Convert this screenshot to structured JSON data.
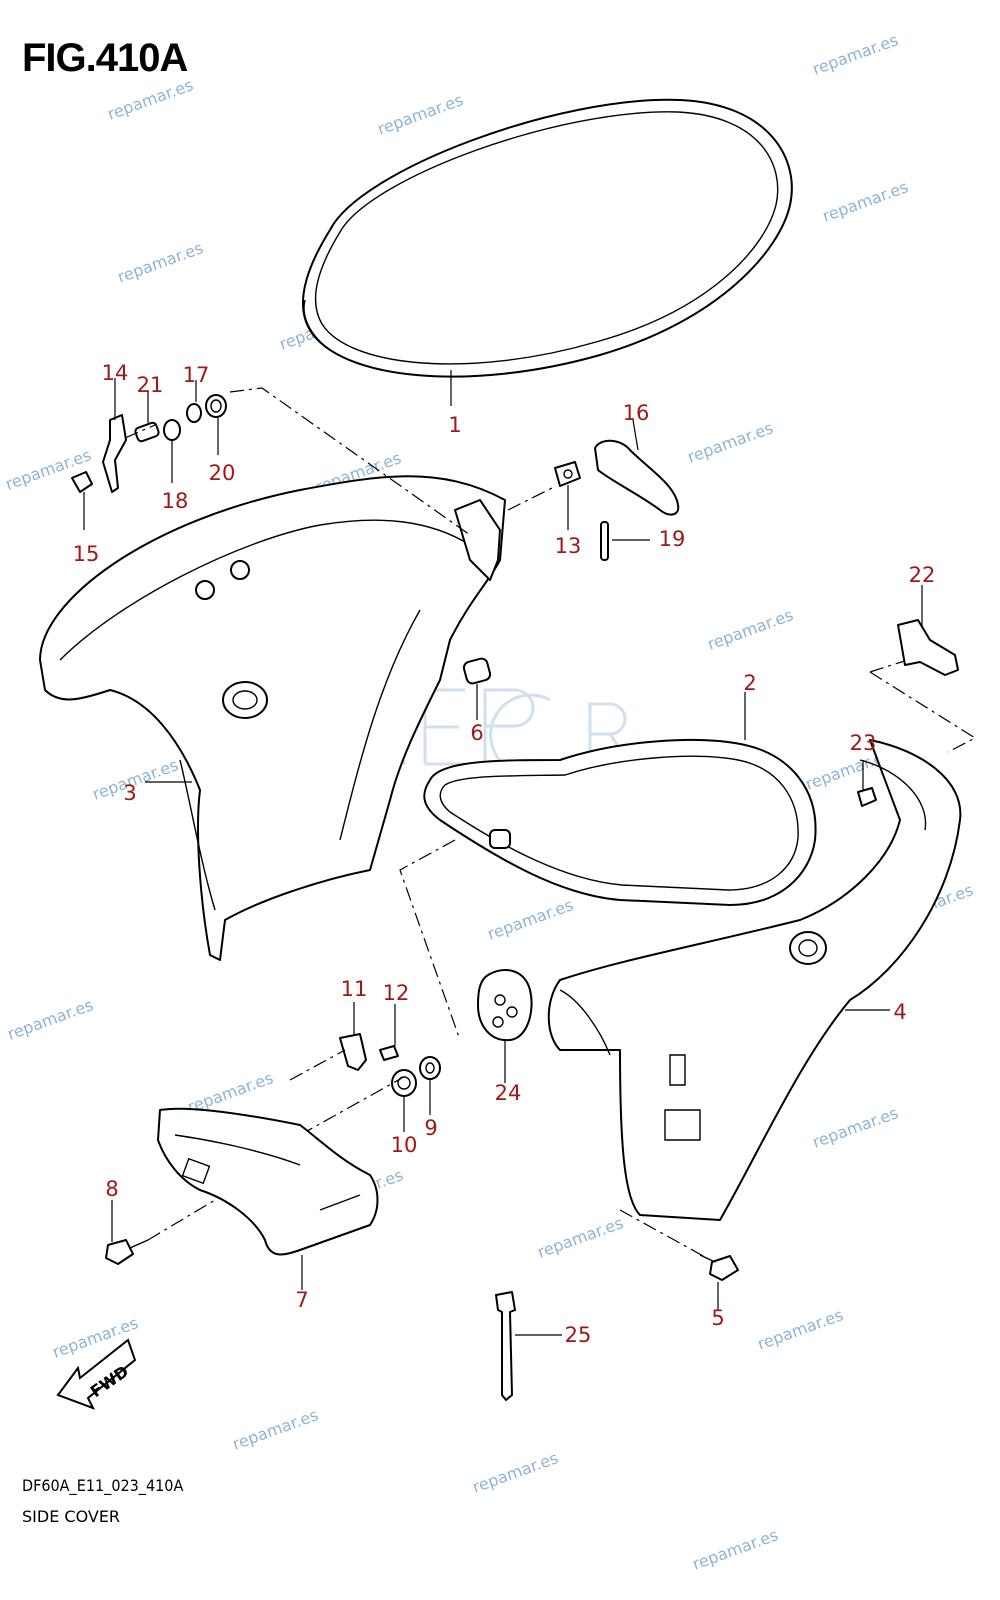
{
  "figure": {
    "title": "FIG.410A",
    "code": "DF60A_E11_023_410A",
    "caption": "SIDE COVER",
    "direction_label": "FWD"
  },
  "callouts": [
    {
      "id": "c1",
      "label": "1"
    },
    {
      "id": "c2",
      "label": "2"
    },
    {
      "id": "c3",
      "label": "3"
    },
    {
      "id": "c4",
      "label": "4"
    },
    {
      "id": "c5",
      "label": "5"
    },
    {
      "id": "c6",
      "label": "6"
    },
    {
      "id": "c7",
      "label": "7"
    },
    {
      "id": "c8",
      "label": "8"
    },
    {
      "id": "c9",
      "label": "9"
    },
    {
      "id": "c10",
      "label": "10"
    },
    {
      "id": "c11",
      "label": "11"
    },
    {
      "id": "c12",
      "label": "12"
    },
    {
      "id": "c13",
      "label": "13"
    },
    {
      "id": "c14",
      "label": "14"
    },
    {
      "id": "c15",
      "label": "15"
    },
    {
      "id": "c16",
      "label": "16"
    },
    {
      "id": "c17",
      "label": "17"
    },
    {
      "id": "c18",
      "label": "18"
    },
    {
      "id": "c19",
      "label": "19"
    },
    {
      "id": "c20",
      "label": "20"
    },
    {
      "id": "c21",
      "label": "21"
    },
    {
      "id": "c22",
      "label": "22"
    },
    {
      "id": "c23",
      "label": "23"
    },
    {
      "id": "c24",
      "label": "24"
    },
    {
      "id": "c25",
      "label": "25"
    }
  ],
  "watermark": {
    "text": "repamar.es",
    "color": "#7aa7cf"
  },
  "colors": {
    "callout": "#a01818",
    "line": "#000000"
  }
}
